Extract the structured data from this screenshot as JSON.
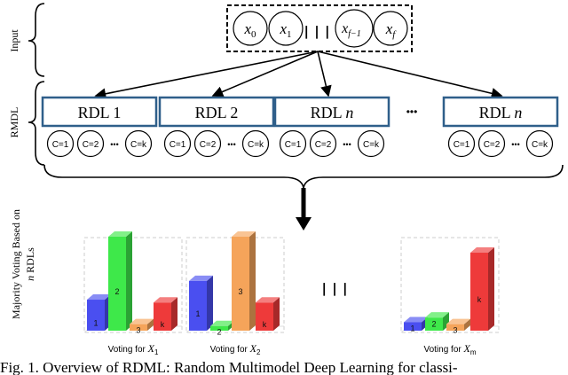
{
  "side_labels": {
    "input": "Input",
    "rmdl": "RMDL",
    "voting_line1": "Majority Voting Based on",
    "voting_line2": "n RDLs"
  },
  "inputs": {
    "x0": "x",
    "x0_sub": "0",
    "x1": "x",
    "x1_sub": "1",
    "ellipsis": "❘❘❘",
    "xf1": "x",
    "xf1_sub": "f−1",
    "xf": "x",
    "xf_sub": "f"
  },
  "rdl_models": [
    {
      "label": "RDL 1",
      "italic": false
    },
    {
      "label": "RDL 2",
      "italic": false
    },
    {
      "label": "RDL n",
      "italic": true
    },
    {
      "label": "RDL n",
      "italic": true
    }
  ],
  "rdl_ellipsis": "•••",
  "class_nodes": [
    "C=1",
    "C=2",
    "C=k"
  ],
  "class_ellipsis": "•••",
  "voting_groups": [
    {
      "caption": "Voting for ",
      "var": "X",
      "sub": "1",
      "bars": [
        {
          "label": "1",
          "value": 0.33,
          "color": "#4a4ff0"
        },
        {
          "label": "2",
          "value": 1.0,
          "color": "#3ee84a"
        },
        {
          "label": "3",
          "value": 0.07,
          "color": "#f5a45a"
        },
        {
          "label": "k",
          "value": 0.3,
          "color": "#ee3a3a"
        }
      ]
    },
    {
      "caption": "Voting for ",
      "var": "X",
      "sub": "2",
      "bars": [
        {
          "label": "1",
          "value": 0.53,
          "color": "#4a4ff0"
        },
        {
          "label": "2",
          "value": 0.05,
          "color": "#3ee84a"
        },
        {
          "label": "3",
          "value": 1.0,
          "color": "#f5a45a"
        },
        {
          "label": "k",
          "value": 0.3,
          "color": "#ee3a3a"
        }
      ]
    },
    {
      "caption": "Voting for ",
      "var": "X",
      "sub": "m",
      "bars": [
        {
          "label": "1",
          "value": 0.09,
          "color": "#4a4ff0"
        },
        {
          "label": "2",
          "value": 0.14,
          "color": "#3ee84a"
        },
        {
          "label": "3",
          "value": 0.07,
          "color": "#f5a45a"
        },
        {
          "label": "k",
          "value": 0.83,
          "color": "#ee3a3a"
        }
      ]
    }
  ],
  "voting_ellipsis": "❘❘❘",
  "bar_ellipsis": "...",
  "caption_fragment": "Fig. 1. Overview of RDML: Random Multimodel Deep Learning for classi-",
  "colors": {
    "rdl_border": "#2f5f8a",
    "bar_1": "#4a4ff0",
    "bar_2": "#3ee84a",
    "bar_3": "#f5a45a",
    "bar_k": "#ee3a3a"
  }
}
